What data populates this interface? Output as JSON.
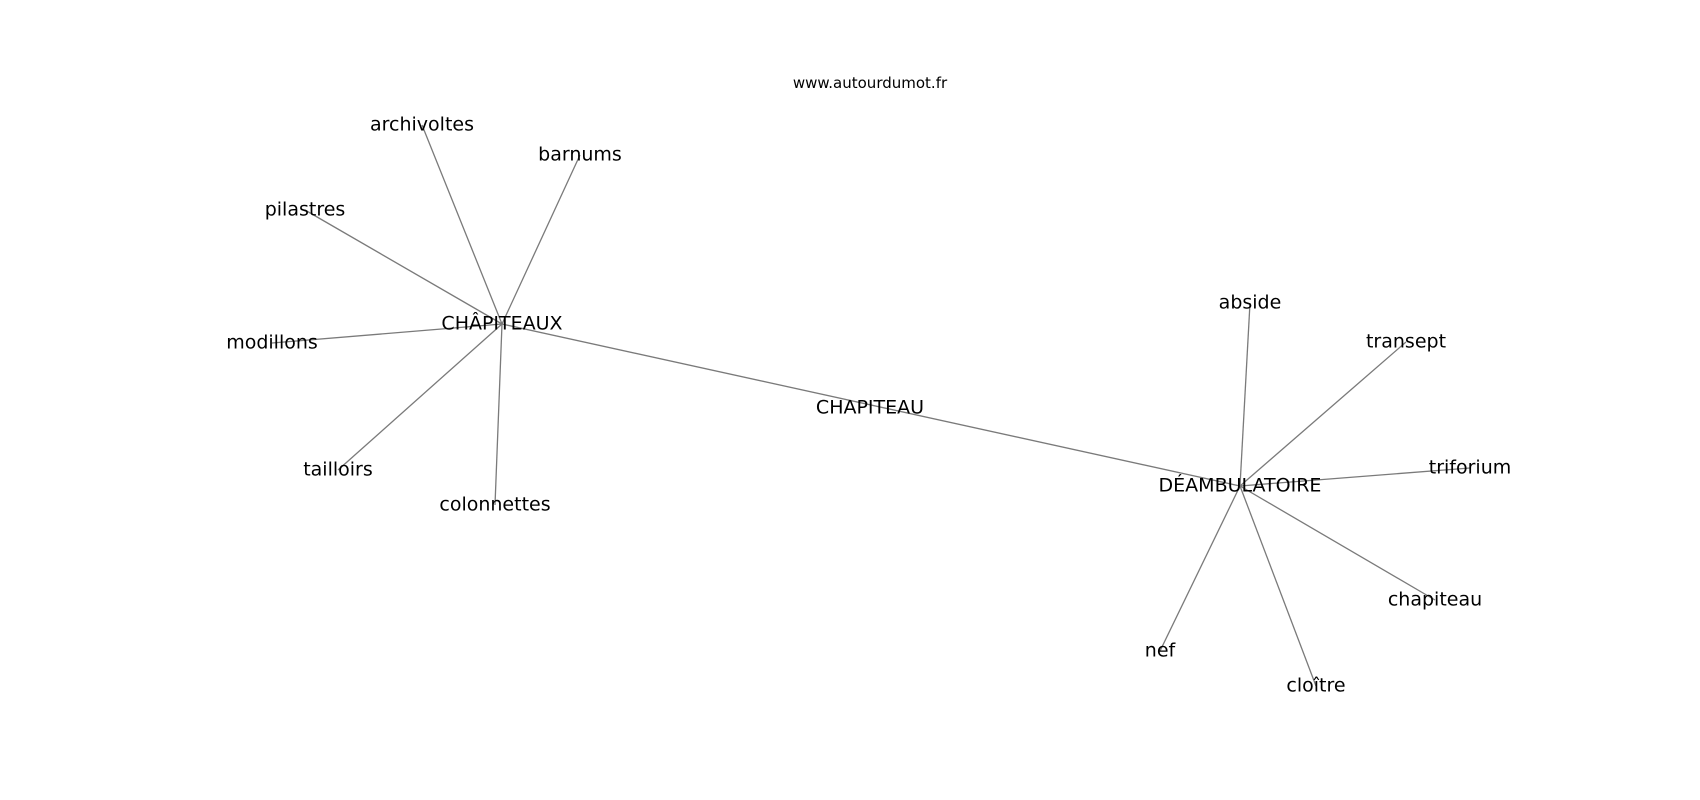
{
  "source_text": "www.autourdumot.fr",
  "colors": {
    "edge": "#7a7a7a",
    "text": "#000000",
    "background": "#ffffff"
  },
  "nodes": [
    {
      "id": "chapiteau_center",
      "label": "CHAPITEAU"
    },
    {
      "id": "chapiteaux",
      "label": "CHÂPITEAUX"
    },
    {
      "id": "deambulatoire",
      "label": "DÉAMBULATOIRE"
    },
    {
      "id": "archivoltes",
      "label": "archivoltes"
    },
    {
      "id": "barnums",
      "label": "barnums"
    },
    {
      "id": "pilastres",
      "label": "pilastres"
    },
    {
      "id": "modillons",
      "label": "modillons"
    },
    {
      "id": "tailloirs",
      "label": "tailloirs"
    },
    {
      "id": "colonnettes",
      "label": "colonnettes"
    },
    {
      "id": "abside",
      "label": "abside"
    },
    {
      "id": "transept",
      "label": "transept"
    },
    {
      "id": "triforium",
      "label": "triforium"
    },
    {
      "id": "chapiteau_leaf",
      "label": "chapiteau"
    },
    {
      "id": "cloitre",
      "label": "cloître"
    },
    {
      "id": "nef",
      "label": "nef"
    }
  ],
  "edges": [
    {
      "from": "chapiteaux",
      "to": "deambulatoire"
    },
    {
      "from": "chapiteaux",
      "to": "archivoltes"
    },
    {
      "from": "chapiteaux",
      "to": "barnums"
    },
    {
      "from": "chapiteaux",
      "to": "pilastres"
    },
    {
      "from": "chapiteaux",
      "to": "modillons"
    },
    {
      "from": "chapiteaux",
      "to": "tailloirs"
    },
    {
      "from": "chapiteaux",
      "to": "colonnettes"
    },
    {
      "from": "deambulatoire",
      "to": "abside"
    },
    {
      "from": "deambulatoire",
      "to": "transept"
    },
    {
      "from": "deambulatoire",
      "to": "triforium"
    },
    {
      "from": "deambulatoire",
      "to": "chapiteau_leaf"
    },
    {
      "from": "deambulatoire",
      "to": "cloitre"
    },
    {
      "from": "deambulatoire",
      "to": "nef"
    }
  ]
}
